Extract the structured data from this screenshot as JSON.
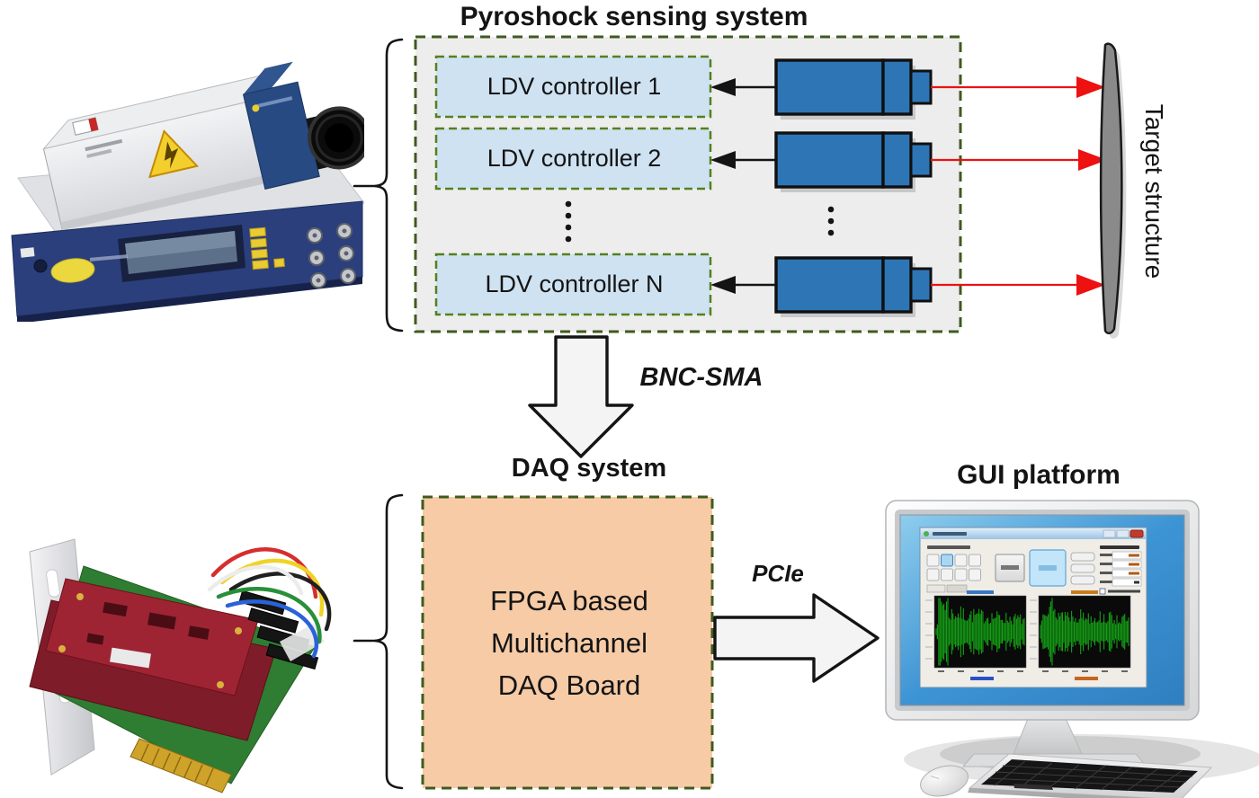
{
  "figure": {
    "pyroshock_title": "Pyroshock sensing system",
    "controllers": [
      "LDV controller 1",
      "LDV controller 2",
      "LDV controller N"
    ],
    "target_label": "Target structure",
    "bnc_label": "BNC-SMA",
    "daq_title": "DAQ system",
    "daq_box_text": "FPGA based\nMultichannel\nDAQ Board",
    "pcie_label": "PCIe",
    "gui_title": "GUI platform"
  },
  "colors": {
    "system_box_fill": "#EDEDED",
    "controller_fill": "#CFE2F2",
    "dashed_border_green": "#3F5B1F",
    "sensor_blue": "#2E75B6",
    "laser_red": "#ED1111",
    "daq_fill": "#F6CBA6",
    "target_gray": "#8A8A8A",
    "waveform_green": "#14A014"
  }
}
